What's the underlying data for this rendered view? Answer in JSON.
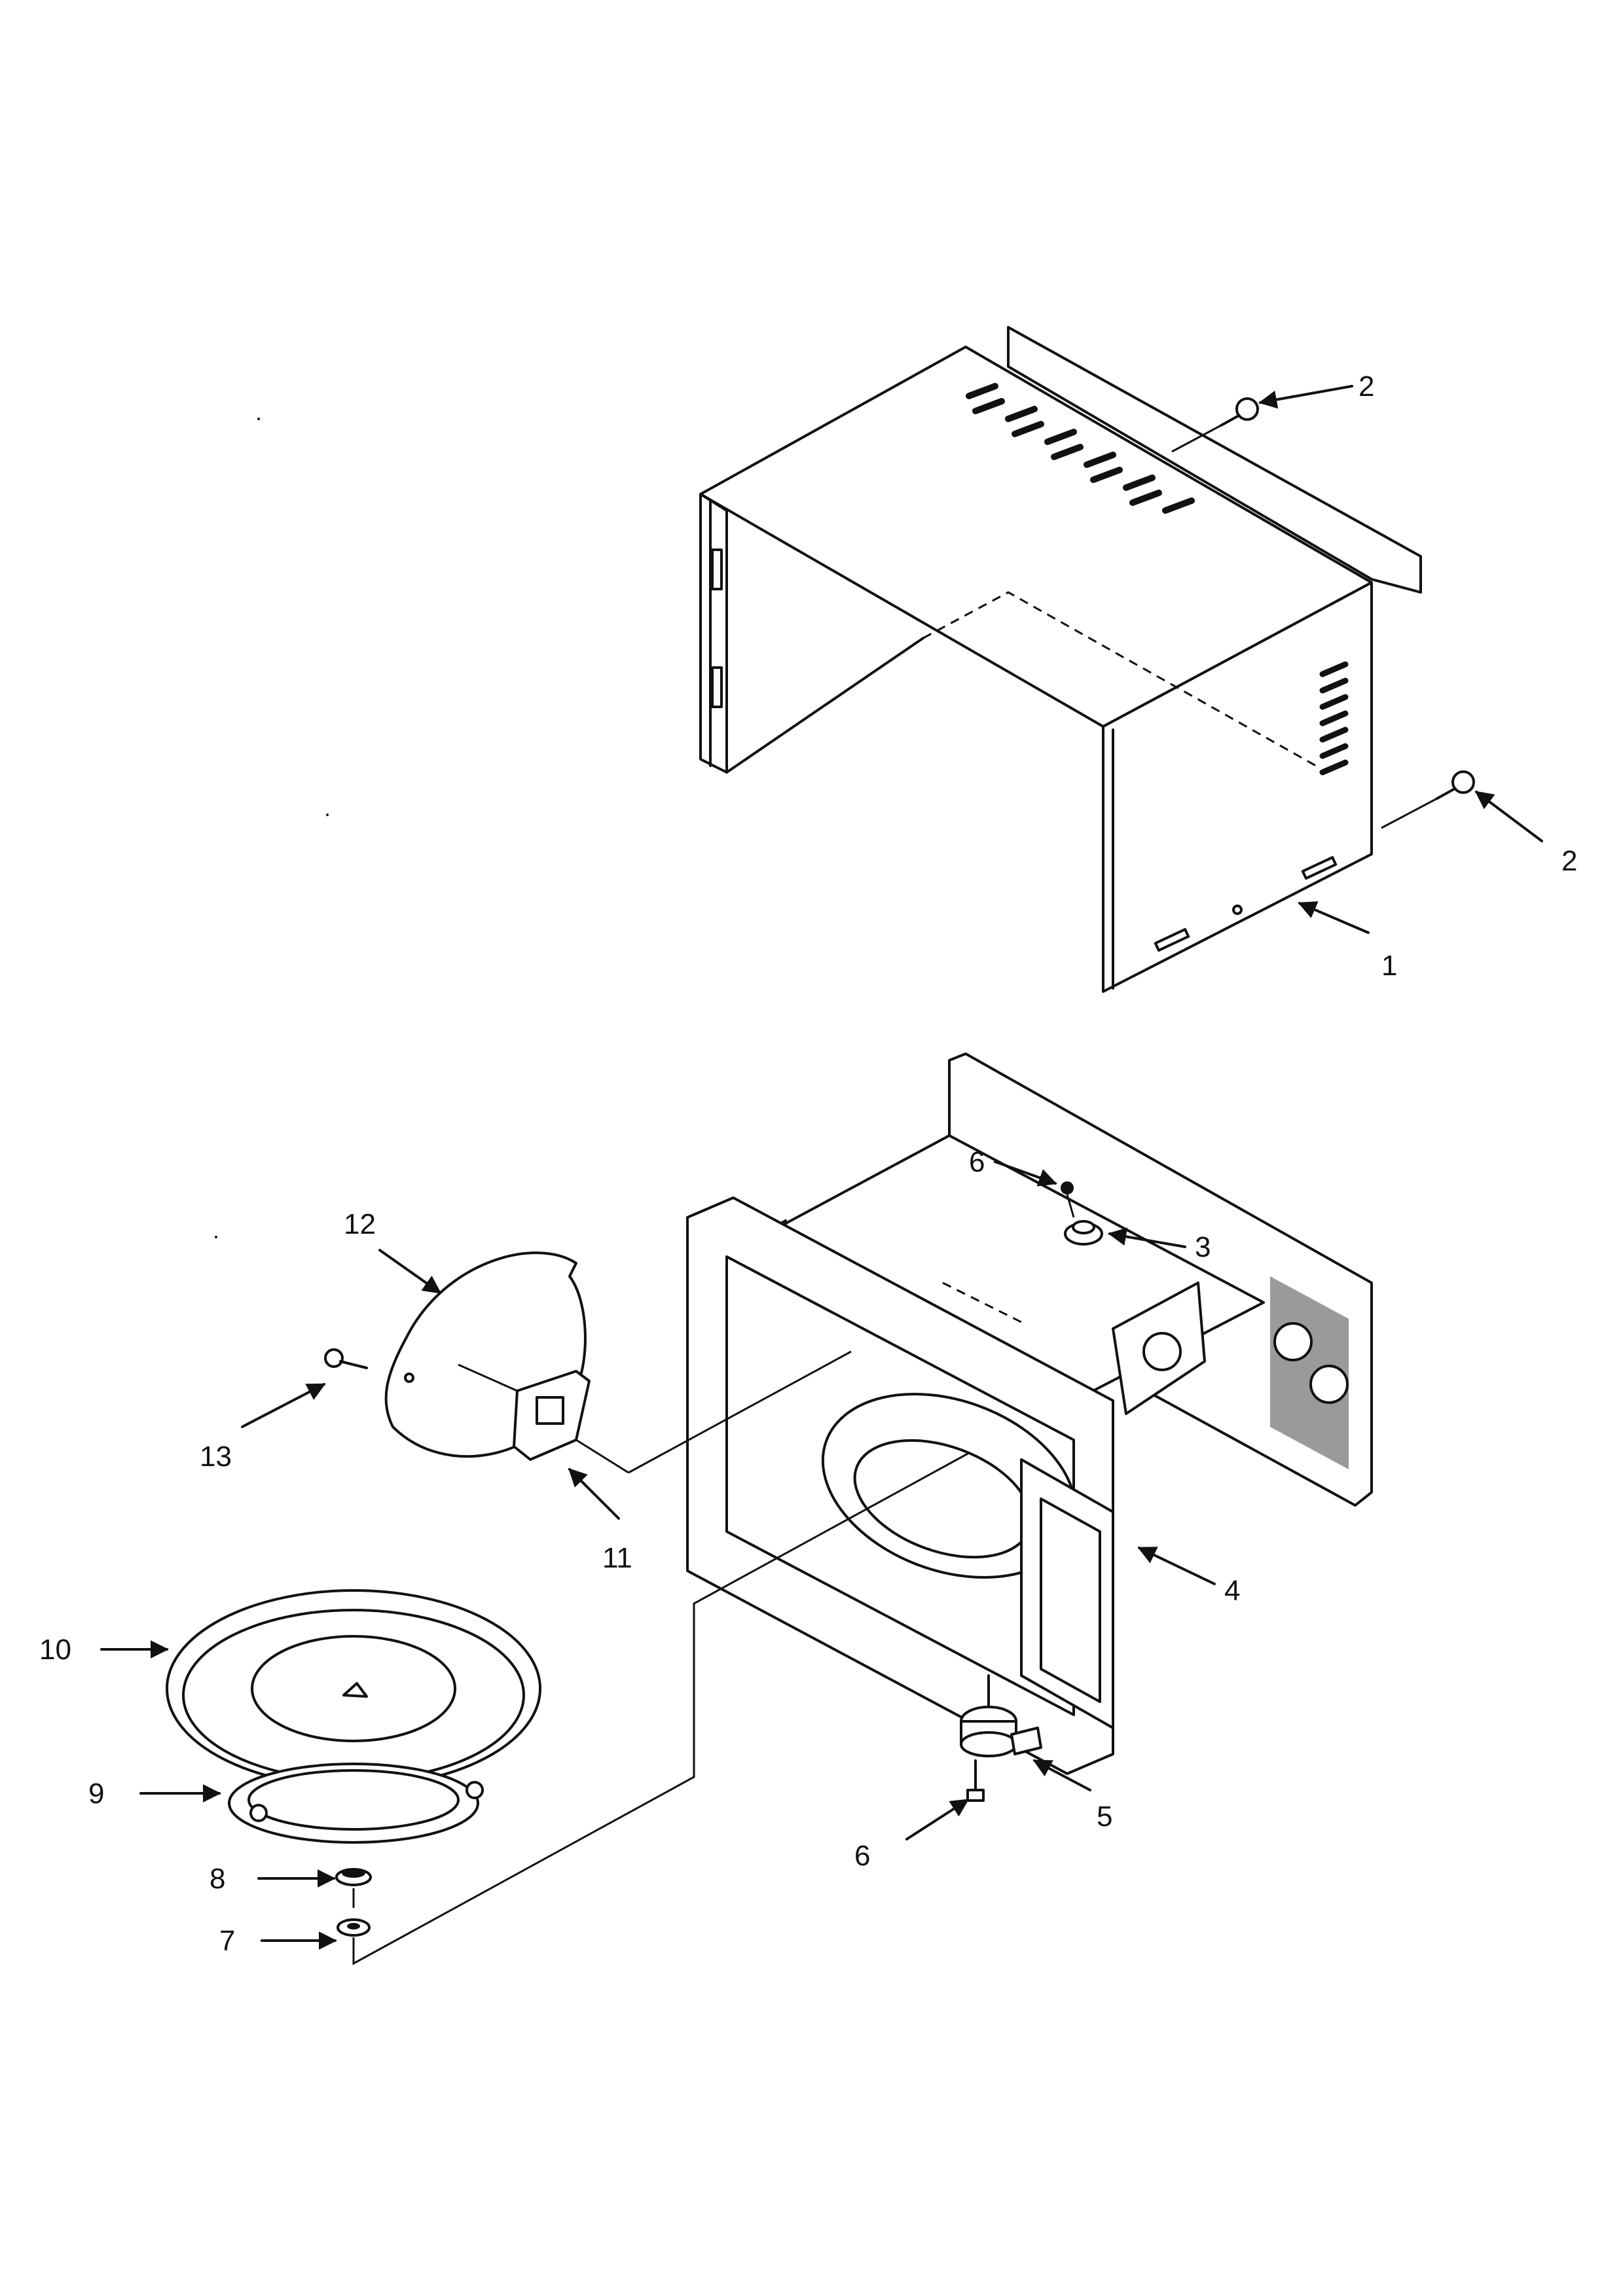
{
  "callouts": {
    "c1": "1",
    "c2a": "2",
    "c2b": "2",
    "c3": "3",
    "c4": "4",
    "c5": "5",
    "c6a": "6",
    "c6b": "6",
    "c7": "7",
    "c8": "8",
    "c9": "9",
    "c10": "10",
    "c11": "11",
    "c12": "12",
    "c13": "13"
  }
}
